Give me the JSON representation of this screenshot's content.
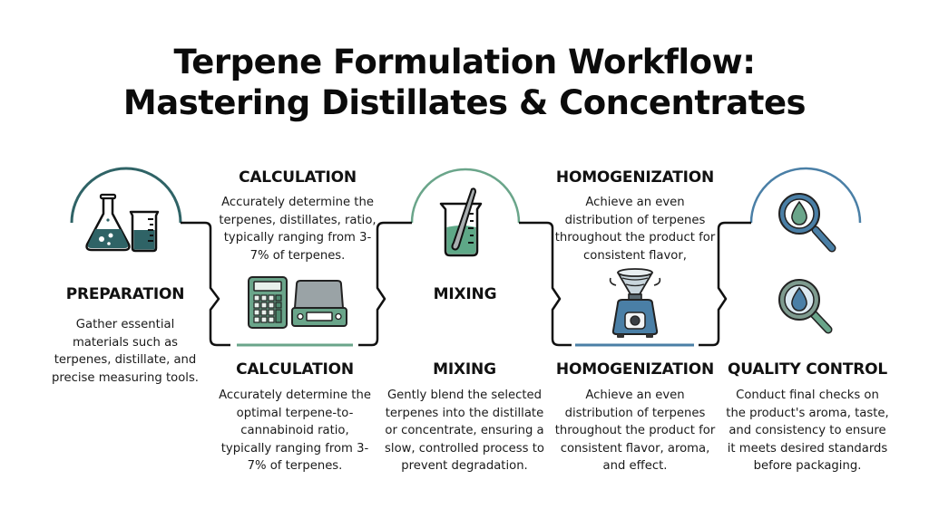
{
  "title": {
    "line1": "Terpene Formulation Workflow:",
    "line2": "Mastering Distillates & Concentrates"
  },
  "colors": {
    "teal_dark": "#2f6366",
    "sage_green": "#6aa58a",
    "steel_blue": "#4a7fa6",
    "outline": "#111111"
  },
  "top_row": [
    {
      "label": "PREPARATION",
      "description": "Gather essential materials such as terpenes, distillate, and precise measuring tools.",
      "icon": "flask-and-beaker-icon"
    },
    {
      "label": "CALCULATION",
      "description": "Accurately determine the terpenes, distillates, ratio, typically ranging from 3-7% of terpenes.",
      "icon": "calculator-and-scale-icon"
    },
    {
      "label": "MIXING",
      "icon": "beaker-with-stirring-rod-icon"
    },
    {
      "label": "HOMOGENIZATION",
      "description": "Achieve an even distribution of terpenes throughout the product for consistent flavor,",
      "icon": "vortex-mixer-icon"
    },
    {
      "icon": "magnifier-drop-icons"
    }
  ],
  "bottom_row": [
    {
      "label": "CALCULATION",
      "description": "Accurately determine the optimal terpene-to-cannabinoid ratio, typically ranging from 3-7% of terpenes."
    },
    {
      "label": "MIXING",
      "description": "Gently blend the selected terpenes into the distillate or concentrate, ensuring a slow, controlled process to prevent degradation."
    },
    {
      "label": "HOMOGENIZATION",
      "description": "Achieve an even distribution of terpenes throughout the product for consistent flavor, aroma, and effect."
    },
    {
      "label": "QUALITY CONTROL",
      "description": "Conduct final checks on the product's aroma, taste, and consistency to ensure it meets desired standards before packaging."
    }
  ]
}
